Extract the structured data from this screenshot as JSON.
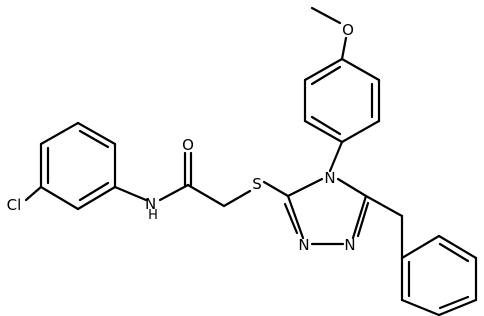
{
  "atoms": {
    "cl": "Cl",
    "nh": "N\nH",
    "o_carbonyl": "O",
    "s": "S",
    "n4": "N",
    "n1": "N",
    "n2": "N",
    "o_methoxy": "O"
  },
  "colors": {
    "bond": "#000000",
    "background": "#ffffff"
  }
}
